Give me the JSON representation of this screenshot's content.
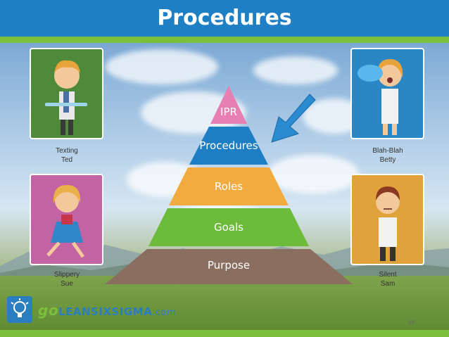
{
  "header": {
    "title": "Procedures"
  },
  "pyramid": {
    "levels": [
      {
        "label": "IPR",
        "color": "#e77fb3"
      },
      {
        "label": "Procedures",
        "color": "#1d7ec3"
      },
      {
        "label": "Roles",
        "color": "#f2ab3f"
      },
      {
        "label": "Goals",
        "color": "#6dbb3b"
      },
      {
        "label": "Purpose",
        "color": "#8a6e60"
      }
    ],
    "arrow_color": "#2a8bd0"
  },
  "characters": [
    {
      "line1": "Texting",
      "line2": "Ted",
      "card_color": "#4e8a39"
    },
    {
      "line1": "Slippery",
      "line2": "Sue",
      "card_color": "#c263a4"
    },
    {
      "line1": "Blah-Blah",
      "line2": "Betty",
      "card_color": "#2b87c3"
    },
    {
      "line1": "Silent",
      "line2": "Sam",
      "card_color": "#e0a23a"
    }
  ],
  "logo": {
    "go": "go",
    "main": "LEANSIXSIGMA",
    "suffix": ".com",
    "icon": "lightbulb-icon"
  },
  "slide_number": "18"
}
